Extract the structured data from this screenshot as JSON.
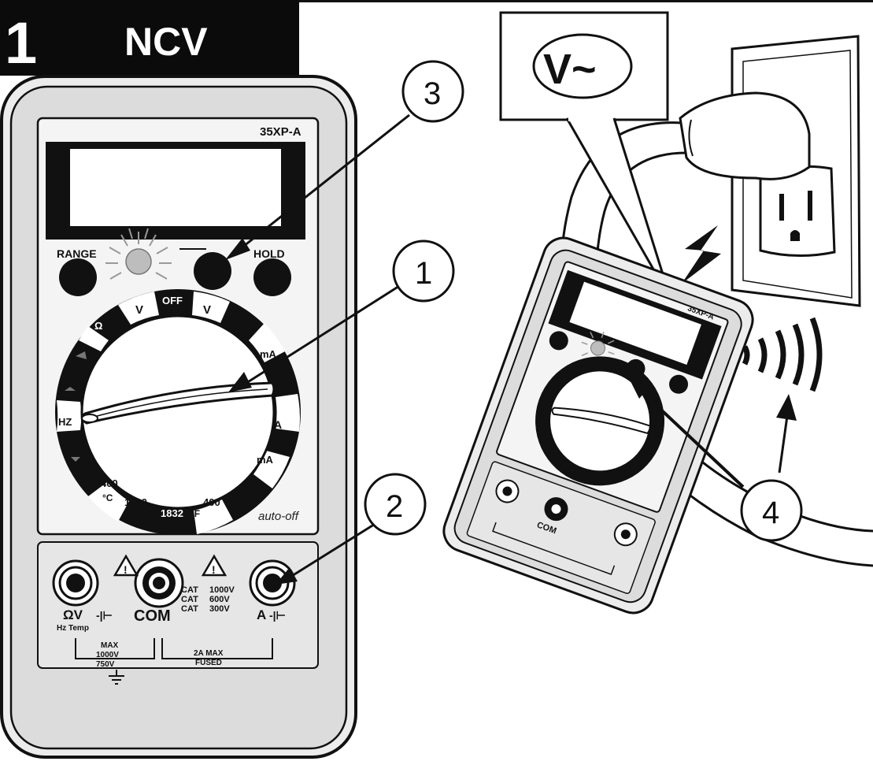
{
  "header": {
    "step_number": "1",
    "title": "NCV"
  },
  "meter": {
    "model": "35XP-A",
    "buttons": {
      "range": "RANGE",
      "hold": "HOLD"
    },
    "dial": {
      "off": "OFF",
      "v_ac": "V",
      "v_dc": "V",
      "a_dc_top": "A",
      "ma_dc": "mA",
      "a_dc": "A",
      "a_ac": "A",
      "ma_ac": "mA",
      "a_ac_low": "A",
      "hz": "HZ",
      "ohm": "Ω",
      "temp_c_400": "400",
      "temp_c_unit": "°C",
      "temp_c_1000": "1000",
      "temp_f_1832": "1832",
      "temp_f_unit": "°F",
      "temp_f_400": "400"
    },
    "auto_off": "auto-off",
    "jacks": {
      "left_label": "ΩV",
      "left_sub": "Hz Temp",
      "com": "COM",
      "right_label": "A",
      "cat_lines": [
        "CAT",
        "CAT",
        "CAT"
      ],
      "cat_values": [
        "1000V",
        "600V",
        "300V"
      ],
      "max_lines": [
        "MAX",
        "1000V",
        "750V"
      ],
      "fused_lines": [
        "2A MAX",
        "FUSED"
      ]
    }
  },
  "callouts": [
    "1",
    "2",
    "3",
    "4"
  ],
  "speech_bubble": {
    "text": "V~"
  },
  "small_meter": {
    "model": "35XP-A",
    "com": "COM"
  },
  "colors": {
    "ink": "#111111",
    "paper": "#ffffff",
    "body_gray": "#dcdcdc",
    "case_gray": "#ececec",
    "led": "#bdbdbd"
  }
}
